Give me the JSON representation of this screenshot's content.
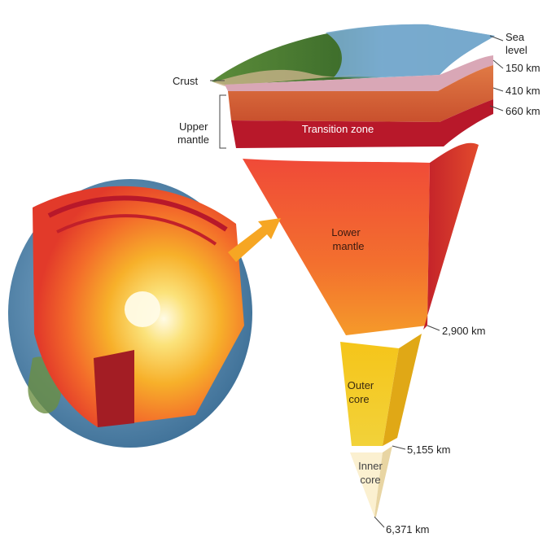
{
  "labels": {
    "sea_level_1": "Sea",
    "sea_level_2": "level",
    "crust": "Crust",
    "upper_mantle_1": "Upper",
    "upper_mantle_2": "mantle",
    "transition_zone": "Transition zone",
    "lower_mantle_1": "Lower",
    "lower_mantle_2": "mantle",
    "outer_core_1": "Outer",
    "outer_core_2": "core",
    "inner_core_1": "Inner",
    "inner_core_2": "core"
  },
  "depths": {
    "d150": "150 km",
    "d410": "410 km",
    "d660": "660 km",
    "d2900": "2,900 km",
    "d5155": "5,155 km",
    "d6371": "6,371 km"
  },
  "colors": {
    "ocean": "#6fa6c9",
    "land": "#5f8a3c",
    "crust": "#d9a7b6",
    "upper_mantle": "#d96a3a",
    "transition_zone": "#b8182a",
    "lower_mantle": "#f0553a",
    "outer_core": "#f3c41c",
    "inner_core": "#fbf0d0",
    "arrow": "#f6a623"
  }
}
